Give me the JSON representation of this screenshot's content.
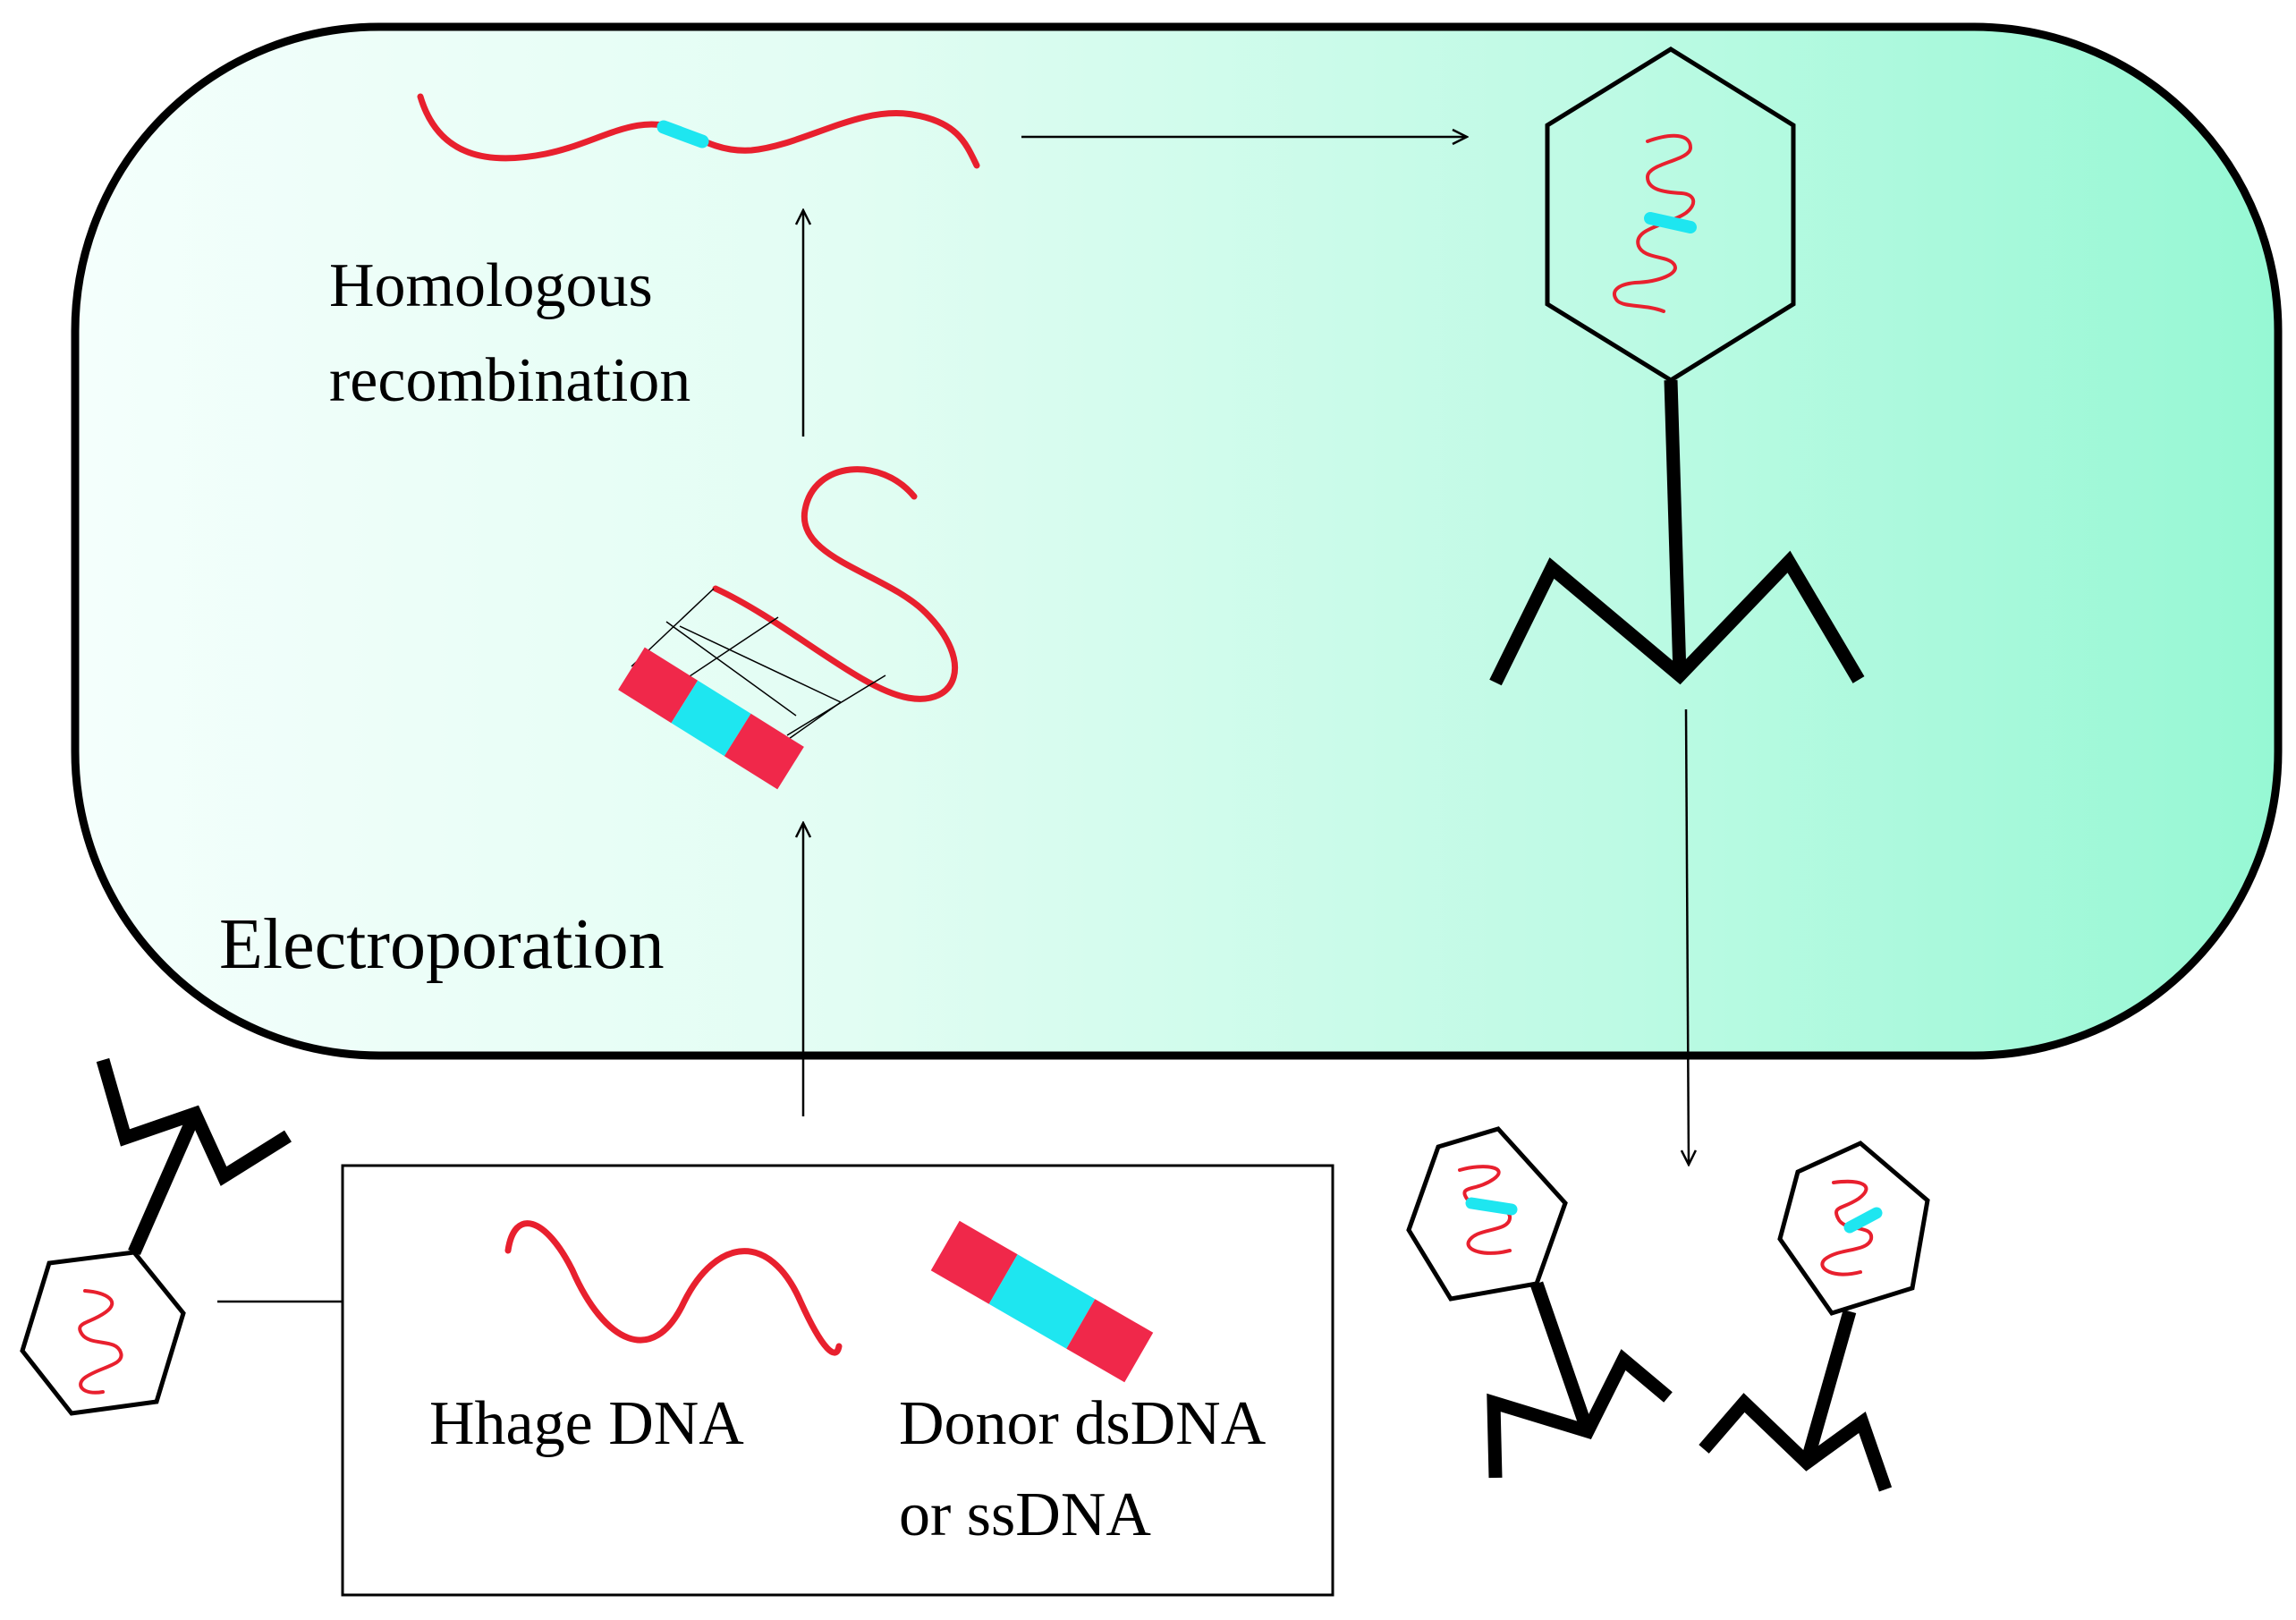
{
  "labels": {
    "homologous_line1": "Homologous",
    "homologous_line2": "recombination",
    "electroporation": "Electroporation",
    "phage_dna": "Hhage DNA",
    "donor_line1": "Donor dsDNA",
    "donor_line2": "or ssDNA"
  },
  "colors": {
    "dna_red": "#e8202e",
    "donor_red": "#f0284a",
    "insert_cyan": "#1ee6f0",
    "cell_gradient_start": "#f4fffc",
    "cell_gradient_end": "#96f8d4",
    "outline": "#000000"
  },
  "icons": [
    "bacterial-cell",
    "phage-icon",
    "phage-dna-icon",
    "donor-dna-icon",
    "recombinant-dna-icon",
    "arrow-icon"
  ]
}
